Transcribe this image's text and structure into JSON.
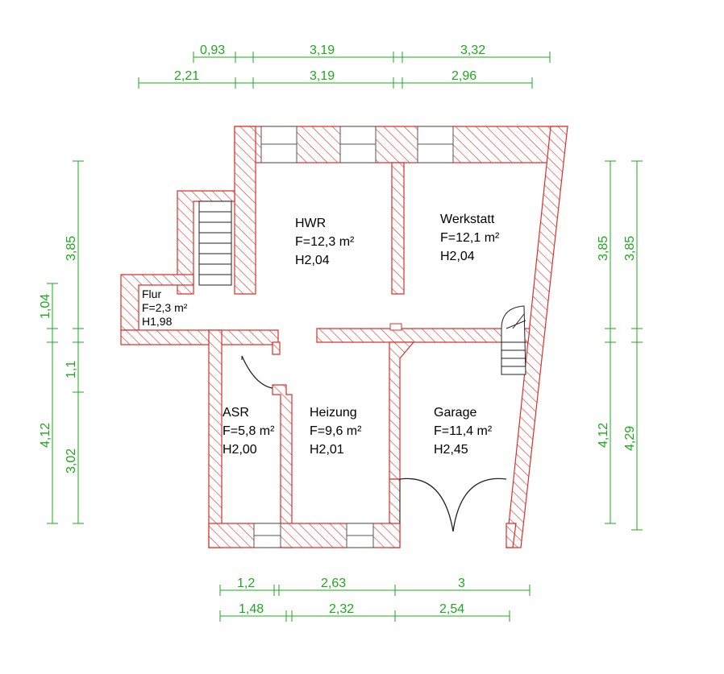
{
  "rooms": {
    "hwr": {
      "name": "HWR",
      "area": "F=12,3 m²",
      "height": "H2,04"
    },
    "werkstatt": {
      "name": "Werkstatt",
      "area": "F=12,1 m²",
      "height": "H2,04"
    },
    "flur": {
      "name": "Flur",
      "area": "F=2,3 m²",
      "height": "H1,98"
    },
    "asr": {
      "name": "ASR",
      "area": "F=5,8 m²",
      "height": "H2,00"
    },
    "heizung": {
      "name": "Heizung",
      "area": "F=9,6 m²",
      "height": "H2,01"
    },
    "garage": {
      "name": "Garage",
      "area": "F=11,4 m²",
      "height": "H2,45"
    }
  },
  "dimensions": {
    "top_row1": [
      "0,93",
      "3,19",
      "3,32"
    ],
    "top_row2": [
      "2,21",
      "3,19",
      "2,96"
    ],
    "bottom_row1": [
      "1,2",
      "2,63",
      "3"
    ],
    "bottom_row2": [
      "1,48",
      "2,32",
      "2,54"
    ],
    "left_outer": [
      "3,85",
      "1,1",
      "3,02"
    ],
    "left_inner": [
      "1,04",
      "4,12"
    ],
    "right_inner": [
      "3,85",
      "4,12"
    ],
    "right_outer": [
      "3,85",
      "4,29"
    ]
  },
  "colors": {
    "dimension": "#1fa71f",
    "hatch": "#d9302a",
    "wall_edge": "#222222"
  }
}
